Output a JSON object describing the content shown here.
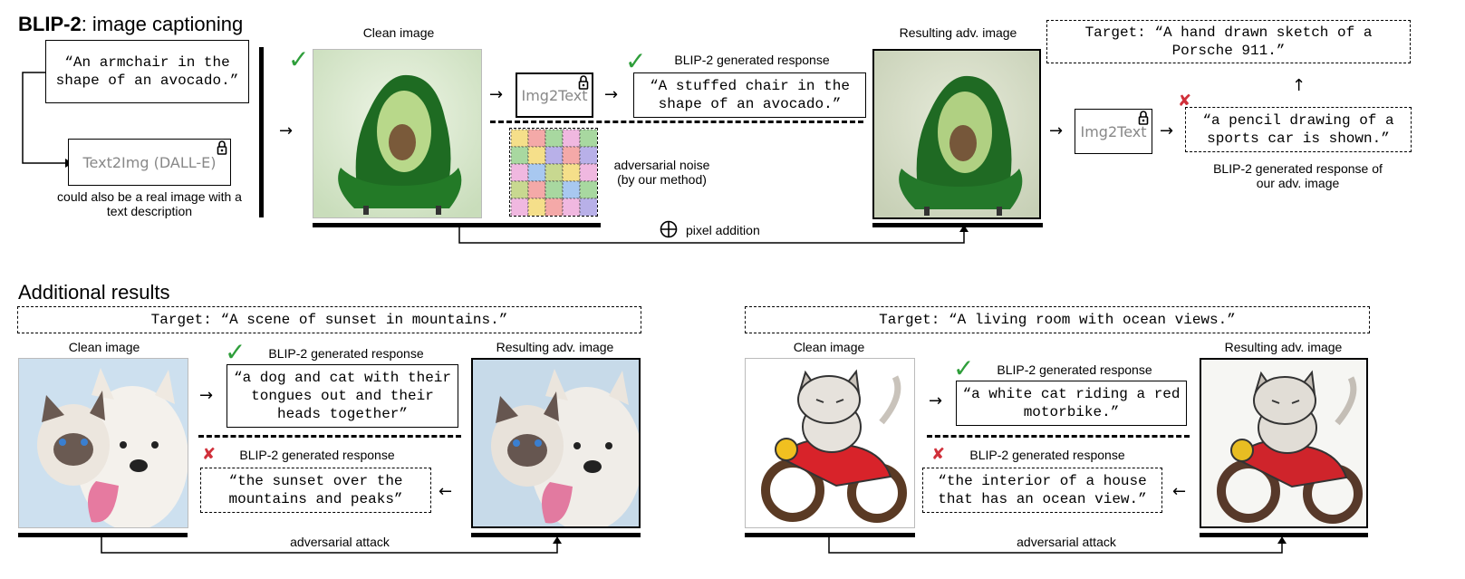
{
  "top": {
    "title_bold": "BLIP-2",
    "title_rest": ": image captioning",
    "prompt_text": "“An armchair in the shape of an avocado.”",
    "text2img_label": "Text2Img (DALL-E)",
    "real_image_note": "could also be a real image with a text description",
    "clean_image_label": "Clean image",
    "img2text_label": "Img2Text",
    "blip_response_label": "BLIP-2 generated response",
    "clean_response": "“A stuffed chair in the shape of an avocado.”",
    "noise_label": "adversarial noise (by our method)",
    "pixel_addition_label": "pixel addition",
    "resulting_label": "Resulting adv. image",
    "target_text": "Target: “A hand drawn sketch of a Porsche 911.”",
    "adv_response": "“a pencil drawing of a sports car is shown.”",
    "adv_response_caption": "BLIP-2 generated response of our adv. image"
  },
  "additional": {
    "title": "Additional results",
    "left": {
      "target_text": "Target: “A scene of sunset in mountains.”",
      "clean_label": "Clean image",
      "resulting_label": "Resulting adv. image",
      "good_label": "BLIP-2 generated response",
      "good_response": "“a dog and cat with their tongues out and their heads together”",
      "bad_label": "BLIP-2 generated response",
      "bad_response": "“the sunset over the mountains and peaks”",
      "attack_label": "adversarial attack"
    },
    "right": {
      "target_text": "Target: “A living room with ocean views.”",
      "clean_label": "Clean image",
      "resulting_label": "Resulting adv. image",
      "good_label": "BLIP-2 generated response",
      "good_response": "“a white cat riding a red motorbike.”",
      "bad_label": "BLIP-2 generated response",
      "bad_response": "“the interior of a house that has an ocean view.”",
      "attack_label": "adversarial attack"
    }
  },
  "icons": {
    "check": "check-icon",
    "cross": "cross-icon",
    "lock": "lock-icon",
    "oplus": "circled-plus-icon"
  },
  "colors": {
    "check_green": "#2e9e3a",
    "cross_red": "#d0303a",
    "model_text_gray": "#888888"
  }
}
